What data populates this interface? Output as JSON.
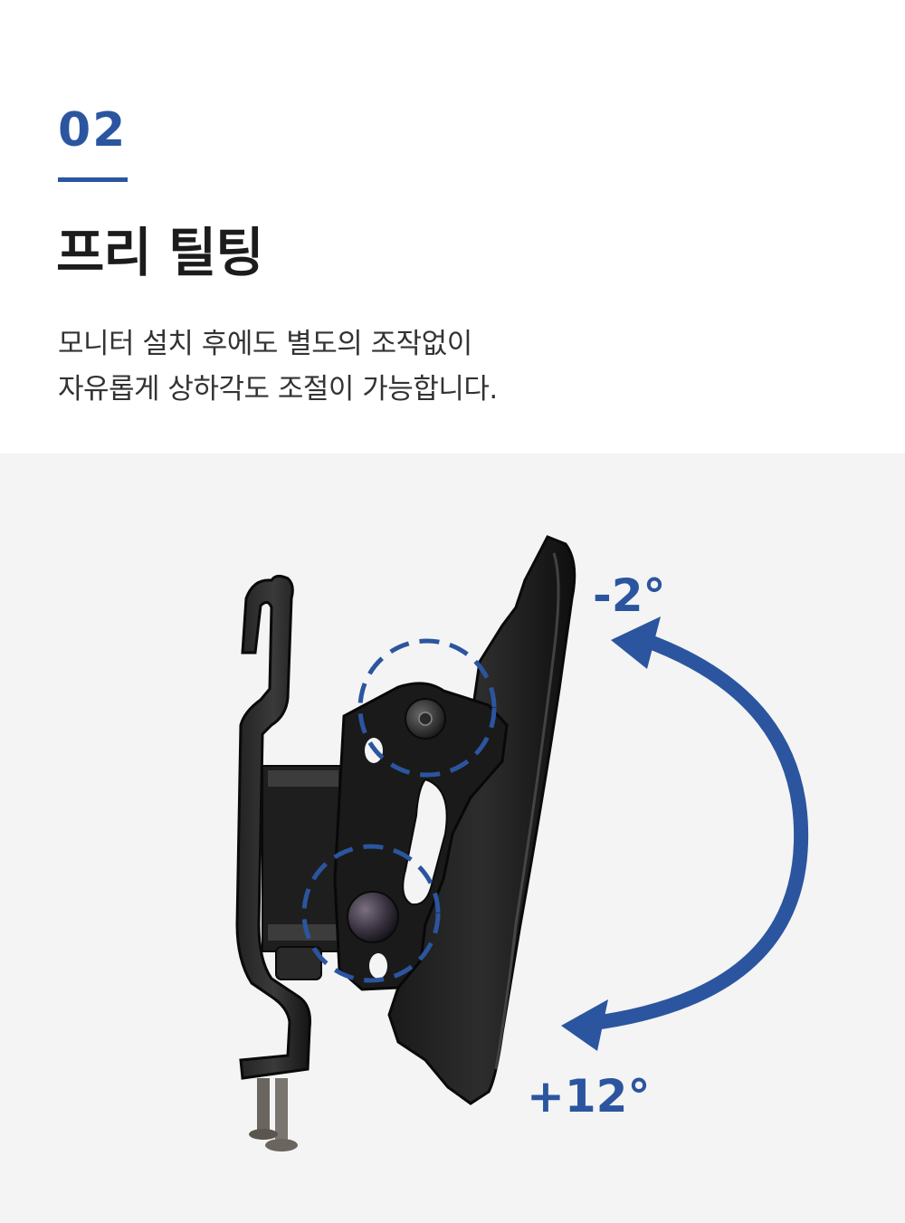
{
  "section": {
    "number": "02",
    "accent_color": "#2b559f"
  },
  "title": "프리 틸팅",
  "description": {
    "line1": "모니터 설치 후에도 별도의 조작없이",
    "line2": "자유롭게 상하각도 조절이 가능합니다."
  },
  "illustration": {
    "subject": "monitor-tilt-bracket-photo",
    "tilt_up_label": "-2°",
    "tilt_down_label": "+12°",
    "arrow_color": "#2b559f",
    "background_color": "#f4f4f4"
  }
}
